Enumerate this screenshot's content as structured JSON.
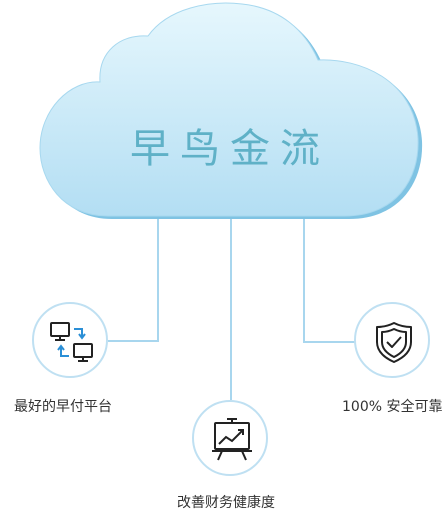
{
  "cloud": {
    "title": "早鸟金流"
  },
  "features": [
    {
      "label": "最好的早付平台",
      "icon": "transfer-monitors-icon"
    },
    {
      "label": "改善财务健康度",
      "icon": "chart-presentation-icon"
    },
    {
      "label": "100% 安全可靠",
      "icon": "shield-check-icon"
    }
  ],
  "colors": {
    "cloud_top": "#e3f6fd",
    "cloud_bottom": "#b5e0f4",
    "accent": "#5fb1c7",
    "line": "#a8d6ee"
  }
}
